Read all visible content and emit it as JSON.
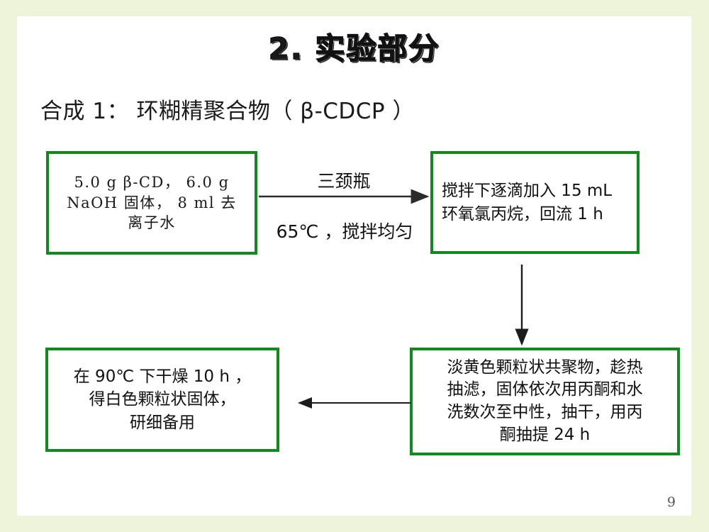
{
  "slide": {
    "title": "2. 实验部分",
    "subtitle": "合成 1： 环糊精聚合物（ β-CDCP ）",
    "page_number": "9",
    "colors": {
      "background": "#eef4d9",
      "slide_background": "#ffffff",
      "box_border_green": "#108a1c",
      "text": "#111111",
      "page_number_text": "#545454"
    }
  },
  "flow": {
    "boxes": [
      {
        "id": "reagents",
        "lines": [
          "5.0 g β-CD， 6.0 g",
          "NaOH 固体， 8 ml 去",
          "离子水"
        ],
        "text": "5.0 g β-CD， 6.0 g NaOH 固体， 8 ml 去离子水"
      },
      {
        "id": "add-ech",
        "lines": [
          "搅拌下逐滴加入 15 mL",
          "环氧氯丙烷，回流 1 h"
        ],
        "text": "搅拌下逐滴加入 15 mL 环氧氯丙烷，回流 1 h"
      },
      {
        "id": "filtration",
        "lines": [
          "淡黄色颗粒状共聚物，趁热",
          "抽滤，固体依次用丙酮和水",
          "洗数次至中性，抽干，用丙",
          "酮抽提 24 h"
        ],
        "text": "淡黄色颗粒状共聚物，趁热抽滤，固体依次用丙酮和水洗数次至中性，抽干，用丙酮抽提 24 h"
      },
      {
        "id": "drying",
        "lines": [
          "在 90℃ 下干燥 10 h ，",
          "得白色颗粒状固体，",
          "研细备用"
        ],
        "text": "在 90℃ 下干燥 10 h ，得白色颗粒状固体，研细备用"
      }
    ],
    "arrows": [
      {
        "id": "reagents-to-ech",
        "direction": "right",
        "label_above": "三颈瓶",
        "label_below": "65℃ ，搅拌均匀"
      },
      {
        "id": "ech-to-filtration",
        "direction": "down",
        "label_above": "",
        "label_below": ""
      },
      {
        "id": "filtration-to-drying",
        "direction": "left",
        "label_above": "",
        "label_below": ""
      }
    ]
  }
}
